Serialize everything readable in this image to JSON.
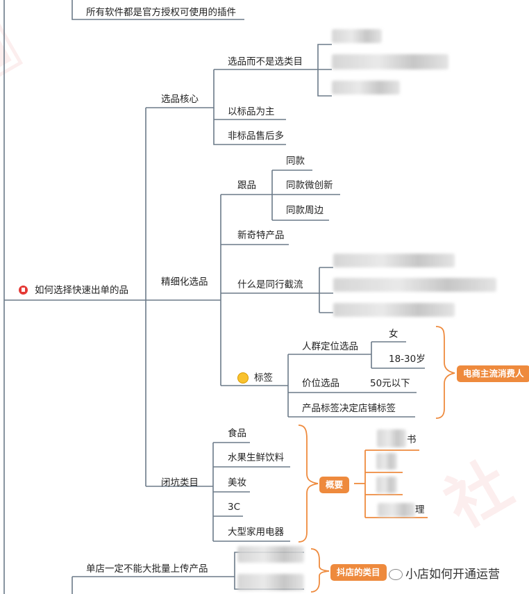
{
  "mindmap": {
    "top_item": "所有软件都是官方授权可使用的插件",
    "root": "如何选择快速出单的品",
    "sec1": {
      "label": "选品核心",
      "child1": "选品而不是选类目",
      "child2": "以标品为主",
      "child3": "非标品售后多"
    },
    "sec2": {
      "label": "精细化选品",
      "follow": "跟品",
      "follow_a": "同款",
      "follow_b": "同款微创新",
      "follow_c": "同款周边",
      "novel": "新奇特产品",
      "intercept": "什么是同行截流",
      "tag": "标签",
      "crowd": "人群定位选品",
      "female": "女",
      "age": "18-30岁",
      "price": "价位选品",
      "price_val": "50元以下",
      "product_tag": "产品标签决定店铺标签",
      "summary_consumer": "电商主流消费人"
    },
    "sec3": {
      "label": "闭坑类目",
      "c1": "食品",
      "c2": "水果生鲜饮料",
      "c3": "美妆",
      "c4": "3C",
      "c5": "大型家用电器",
      "summary": "概要",
      "r1_tail": "书",
      "r4_tail": "理"
    },
    "bottom": {
      "item": "单店一定不能大批量上传产品",
      "summary": "抖店的类目"
    },
    "watermark_account": "小店如何开通运营"
  }
}
